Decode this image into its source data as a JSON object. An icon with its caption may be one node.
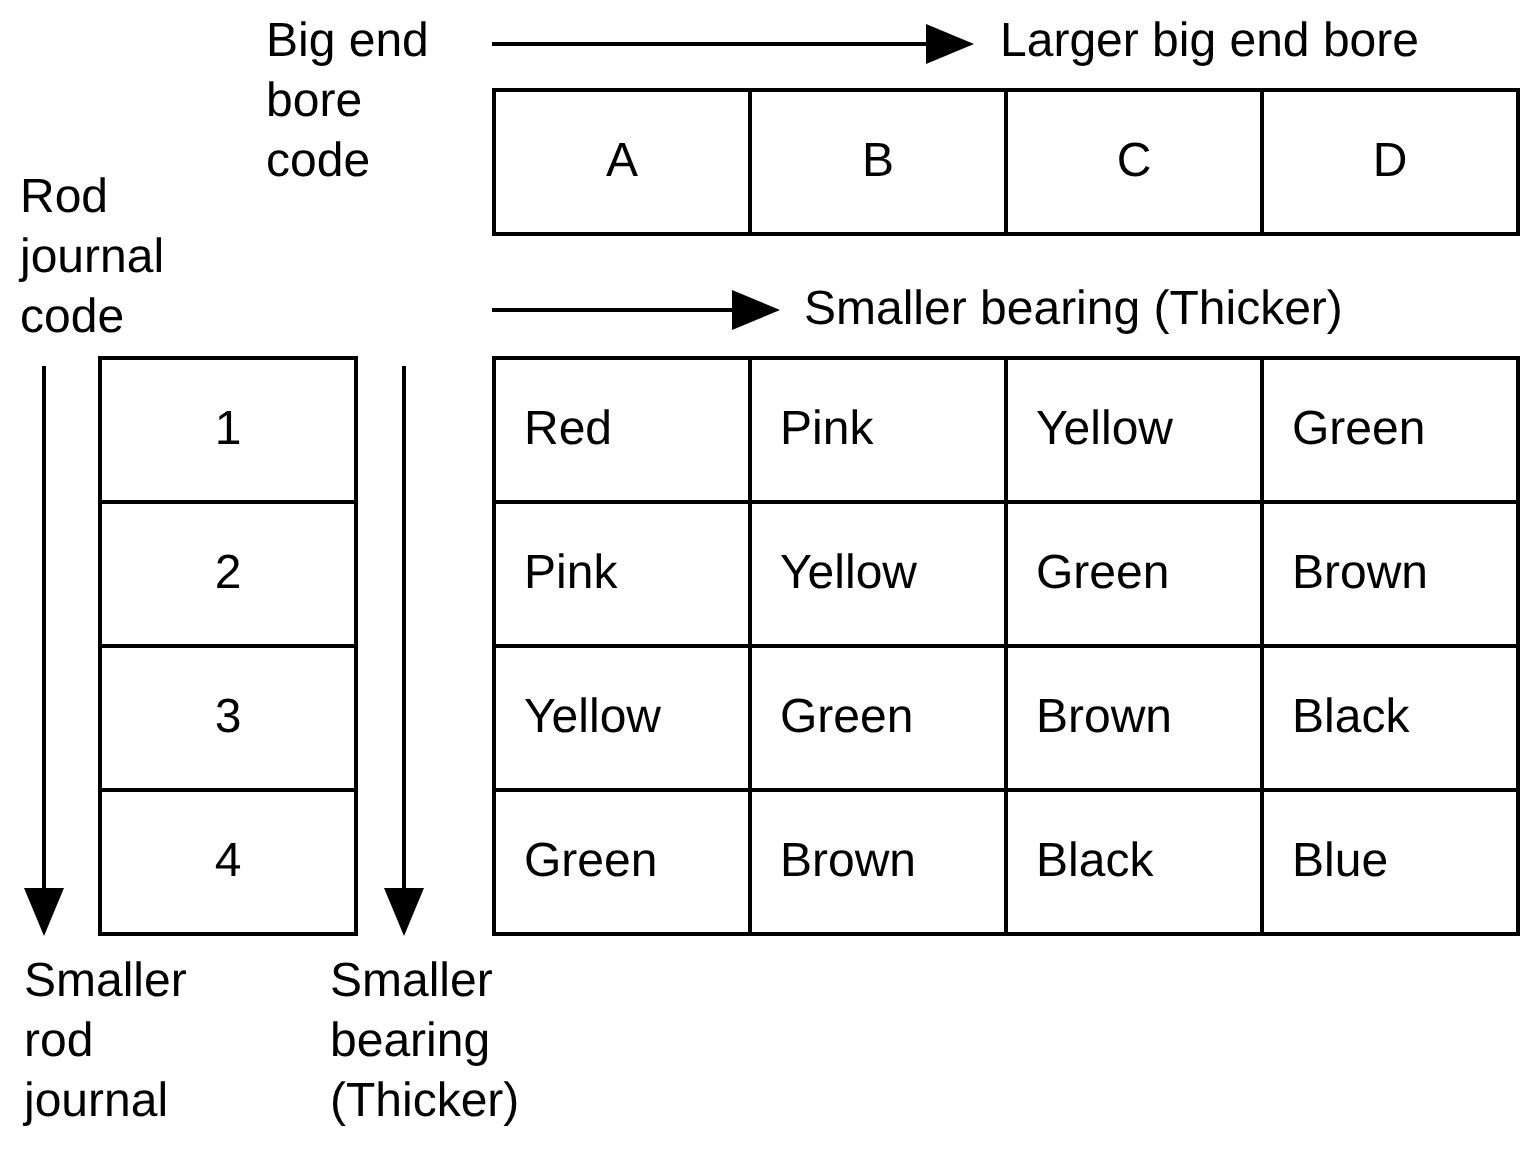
{
  "diagram": {
    "labels": [
      "Big end bore code",
      "Larger big end bore",
      "A",
      "B",
      "C",
      "D",
      "Rod journal code",
      "Smaller bearing (Thicker)",
      "1",
      "Red",
      "Pink",
      "Yellow",
      "Green",
      "2",
      "Pink",
      "Yellow",
      "Green",
      "Brown",
      "3",
      "Yellow",
      "Green",
      "Brown",
      "Black",
      "4",
      "Green",
      "Brown",
      "Black",
      "Blue",
      "Smaller rod journal",
      "Smaller bearing (Thicker)"
    ]
  }
}
